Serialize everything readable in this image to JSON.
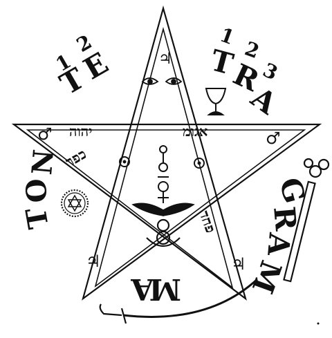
{
  "words": {
    "te": [
      "T",
      "E"
    ],
    "tra": [
      "T",
      "R",
      "A"
    ],
    "gram": [
      "G",
      "R",
      "A",
      "M"
    ],
    "ma": [
      "M",
      "A"
    ],
    "ton": [
      "T",
      "O",
      "N"
    ]
  },
  "numerals": {
    "te": [
      "1",
      "2"
    ],
    "tra": [
      "1",
      "2",
      "3"
    ]
  },
  "hebrew": {
    "top_left": "יהוה",
    "top_right": "אגומ",
    "left_arm": "כפר",
    "right_arm": "פחד"
  },
  "symbols": {
    "top": "♃",
    "left_arm_end": "♂",
    "right_arm_end": "♂",
    "bottom_left": "♃",
    "bottom_right": "♃"
  },
  "colors": {
    "ink": "#111111",
    "paper": "#ffffff"
  }
}
